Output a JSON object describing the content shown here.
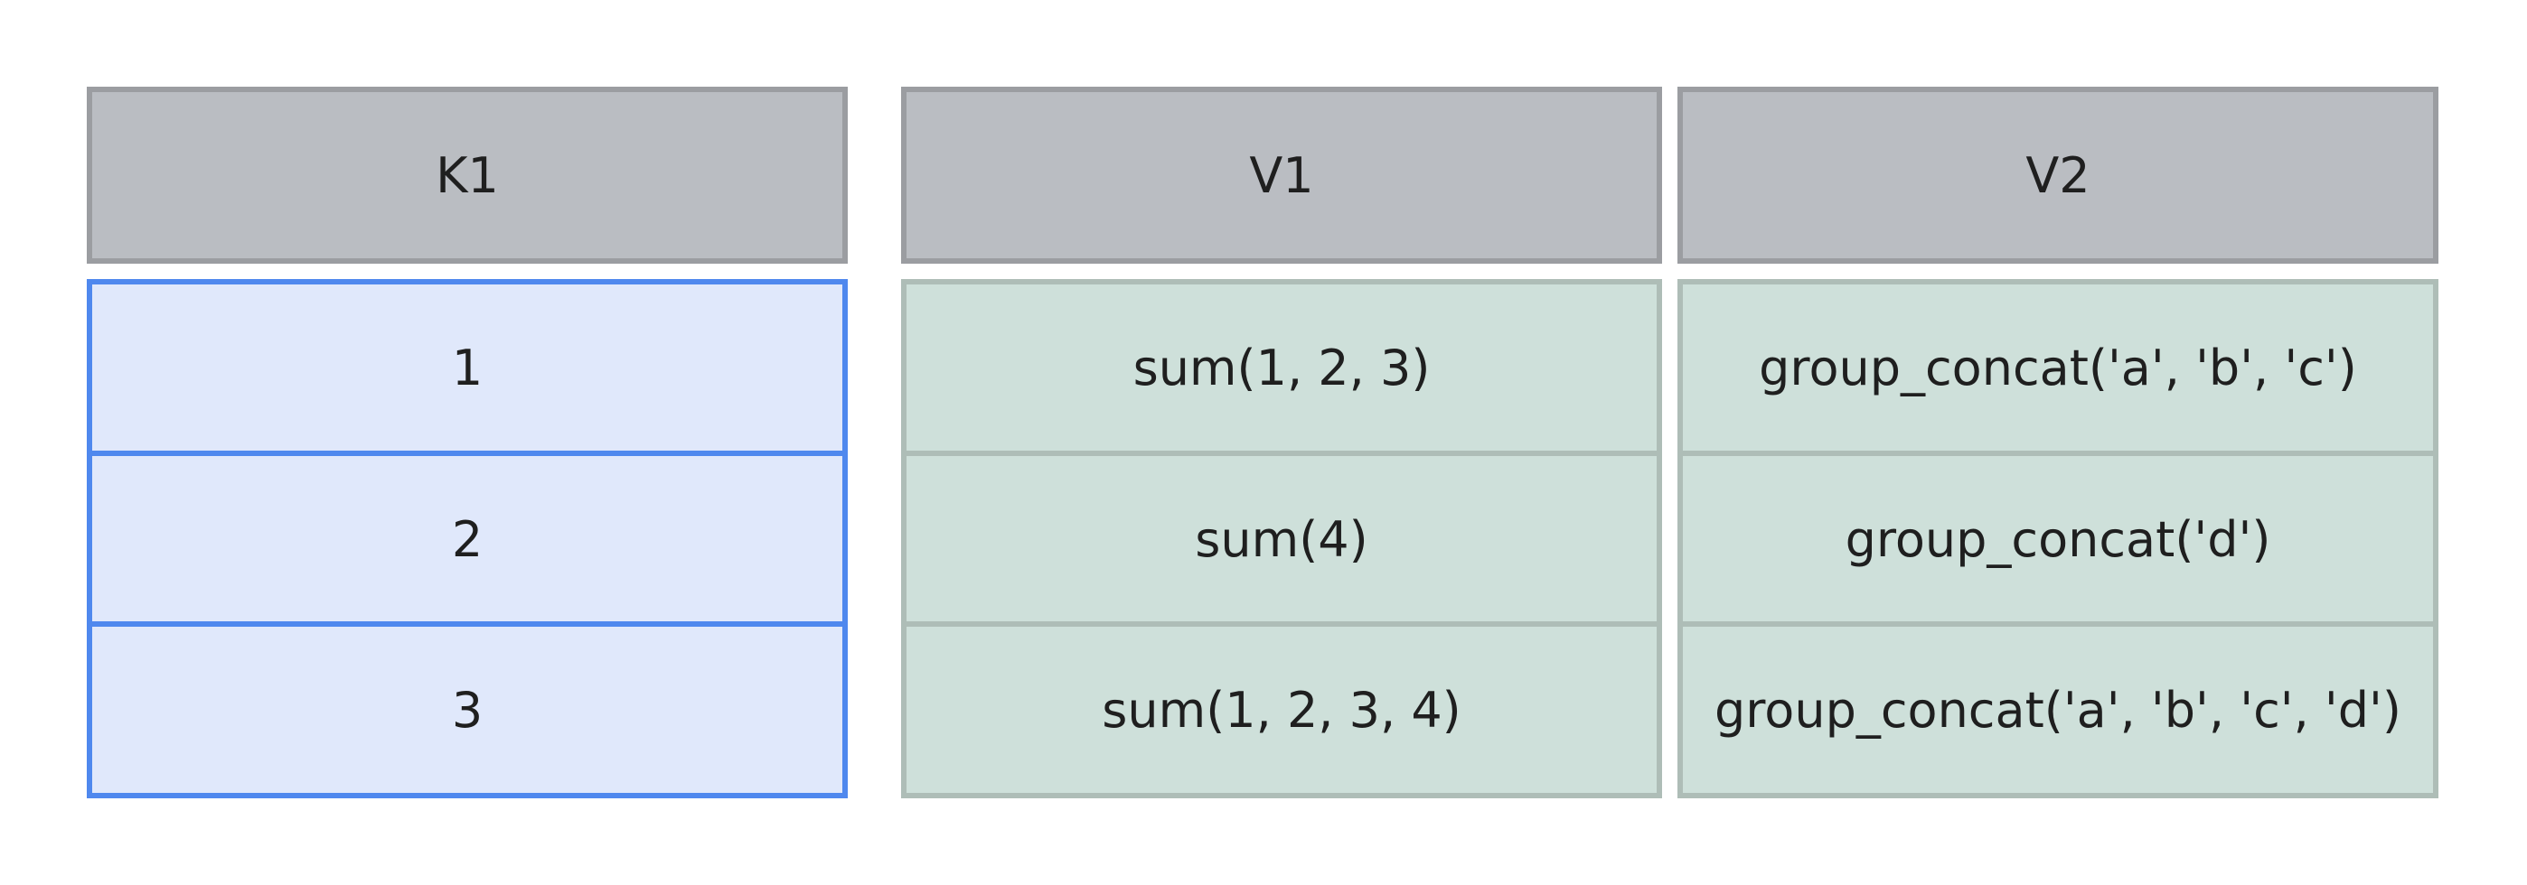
{
  "headers": [
    "K1",
    "V1",
    "V2"
  ],
  "rows": [
    {
      "k1": "1",
      "v1": "sum(1, 2, 3)",
      "v2": "group_concat('a', 'b', 'c')"
    },
    {
      "k1": "2",
      "v1": "sum(4)",
      "v2": "group_concat('d')"
    },
    {
      "k1": "3",
      "v1": "sum(1, 2, 3, 4)",
      "v2": "group_concat('a', 'b', 'c', 'd')"
    }
  ],
  "colors": {
    "header_fill": "#babdc2",
    "header_border": "#9b9da1",
    "key_fill": "#e0e8fb",
    "key_border": "#4f88ee",
    "value_fill": "#cee0da",
    "value_border": "#aebdb7"
  }
}
